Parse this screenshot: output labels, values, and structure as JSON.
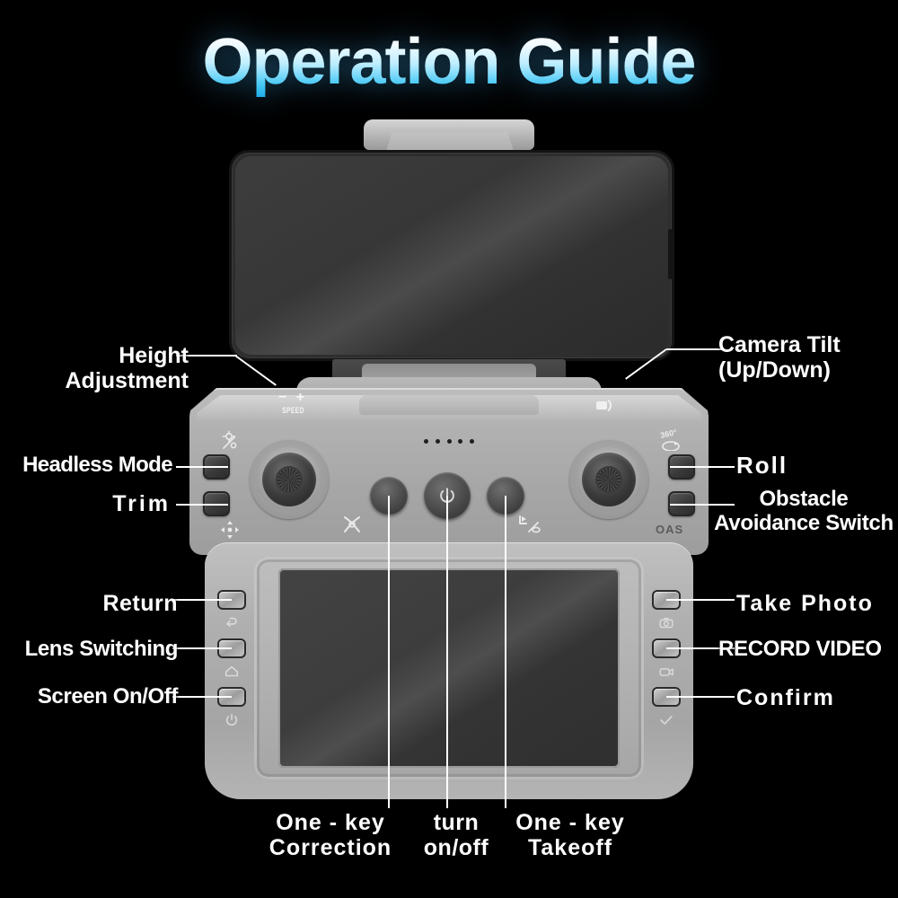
{
  "title": "Operation Guide",
  "title_gradient": {
    "top": "#ffffff",
    "bottom": "#19a9e8"
  },
  "background_color": "#000000",
  "device": {
    "body_color": "#a8a8a8",
    "screen_color": "#3c3c3c",
    "phone_color": "#2e2e2e",
    "panel_marks": {
      "speed_plus_minus": "− +",
      "speed": "SPEED",
      "oas": "OAS",
      "led_count": 5
    }
  },
  "callouts": {
    "left": [
      {
        "id": "height",
        "label_line1": "Height",
        "label_line2": "Adjustment",
        "target": "height-adjustment-dial"
      },
      {
        "id": "headless",
        "label_line1": "Headless Mode",
        "label_line2": "",
        "target": "headless-mode-button"
      },
      {
        "id": "trim",
        "label_line1": "Trim",
        "label_line2": "",
        "target": "trim-button"
      },
      {
        "id": "return",
        "label_line1": "Return",
        "label_line2": "",
        "target": "return-button"
      },
      {
        "id": "lens",
        "label_line1": "Lens Switching",
        "label_line2": "",
        "target": "lens-switching-button"
      },
      {
        "id": "screen",
        "label_line1": "Screen On/Off",
        "label_line2": "",
        "target": "screen-onoff-button"
      }
    ],
    "right": [
      {
        "id": "tilt",
        "label_line1": "Camera Tilt",
        "label_line2": "(Up/Down)",
        "target": "camera-tilt-dial"
      },
      {
        "id": "roll",
        "label_line1": "Roll",
        "label_line2": "",
        "target": "roll-button"
      },
      {
        "id": "oas",
        "label_line1": "Obstacle",
        "label_line2": "Avoidance Switch",
        "target": "oas-button"
      },
      {
        "id": "photo",
        "label_line1": "Take Photo",
        "label_line2": "",
        "target": "take-photo-button"
      },
      {
        "id": "record",
        "label_line1": "RECORD VIDEO",
        "label_line2": "",
        "target": "record-video-button"
      },
      {
        "id": "confirm",
        "label_line1": "Confirm",
        "label_line2": "",
        "target": "confirm-button"
      }
    ],
    "bottom": [
      {
        "id": "correction",
        "label_line1": "One - key",
        "label_line2": "Correction",
        "target": "one-key-correction-button"
      },
      {
        "id": "onoff",
        "label_line1": "turn",
        "label_line2": "on/off",
        "target": "power-button"
      },
      {
        "id": "takeoff",
        "label_line1": "One - key",
        "label_line2": "Takeoff",
        "target": "one-key-takeoff-button"
      }
    ]
  },
  "icons": {
    "back": "back-arrow-icon",
    "home": "home-icon",
    "power": "power-icon",
    "camera": "camera-icon",
    "video": "video-camera-icon",
    "check": "check-icon",
    "headless": "headless-mode-icon",
    "trim": "four-way-arrows-icon",
    "roll": "360-roll-icon",
    "camera_tilt": "camera-tilt-icon",
    "correction": "compass-correction-icon",
    "takeoff": "takeoff-landing-icon"
  }
}
